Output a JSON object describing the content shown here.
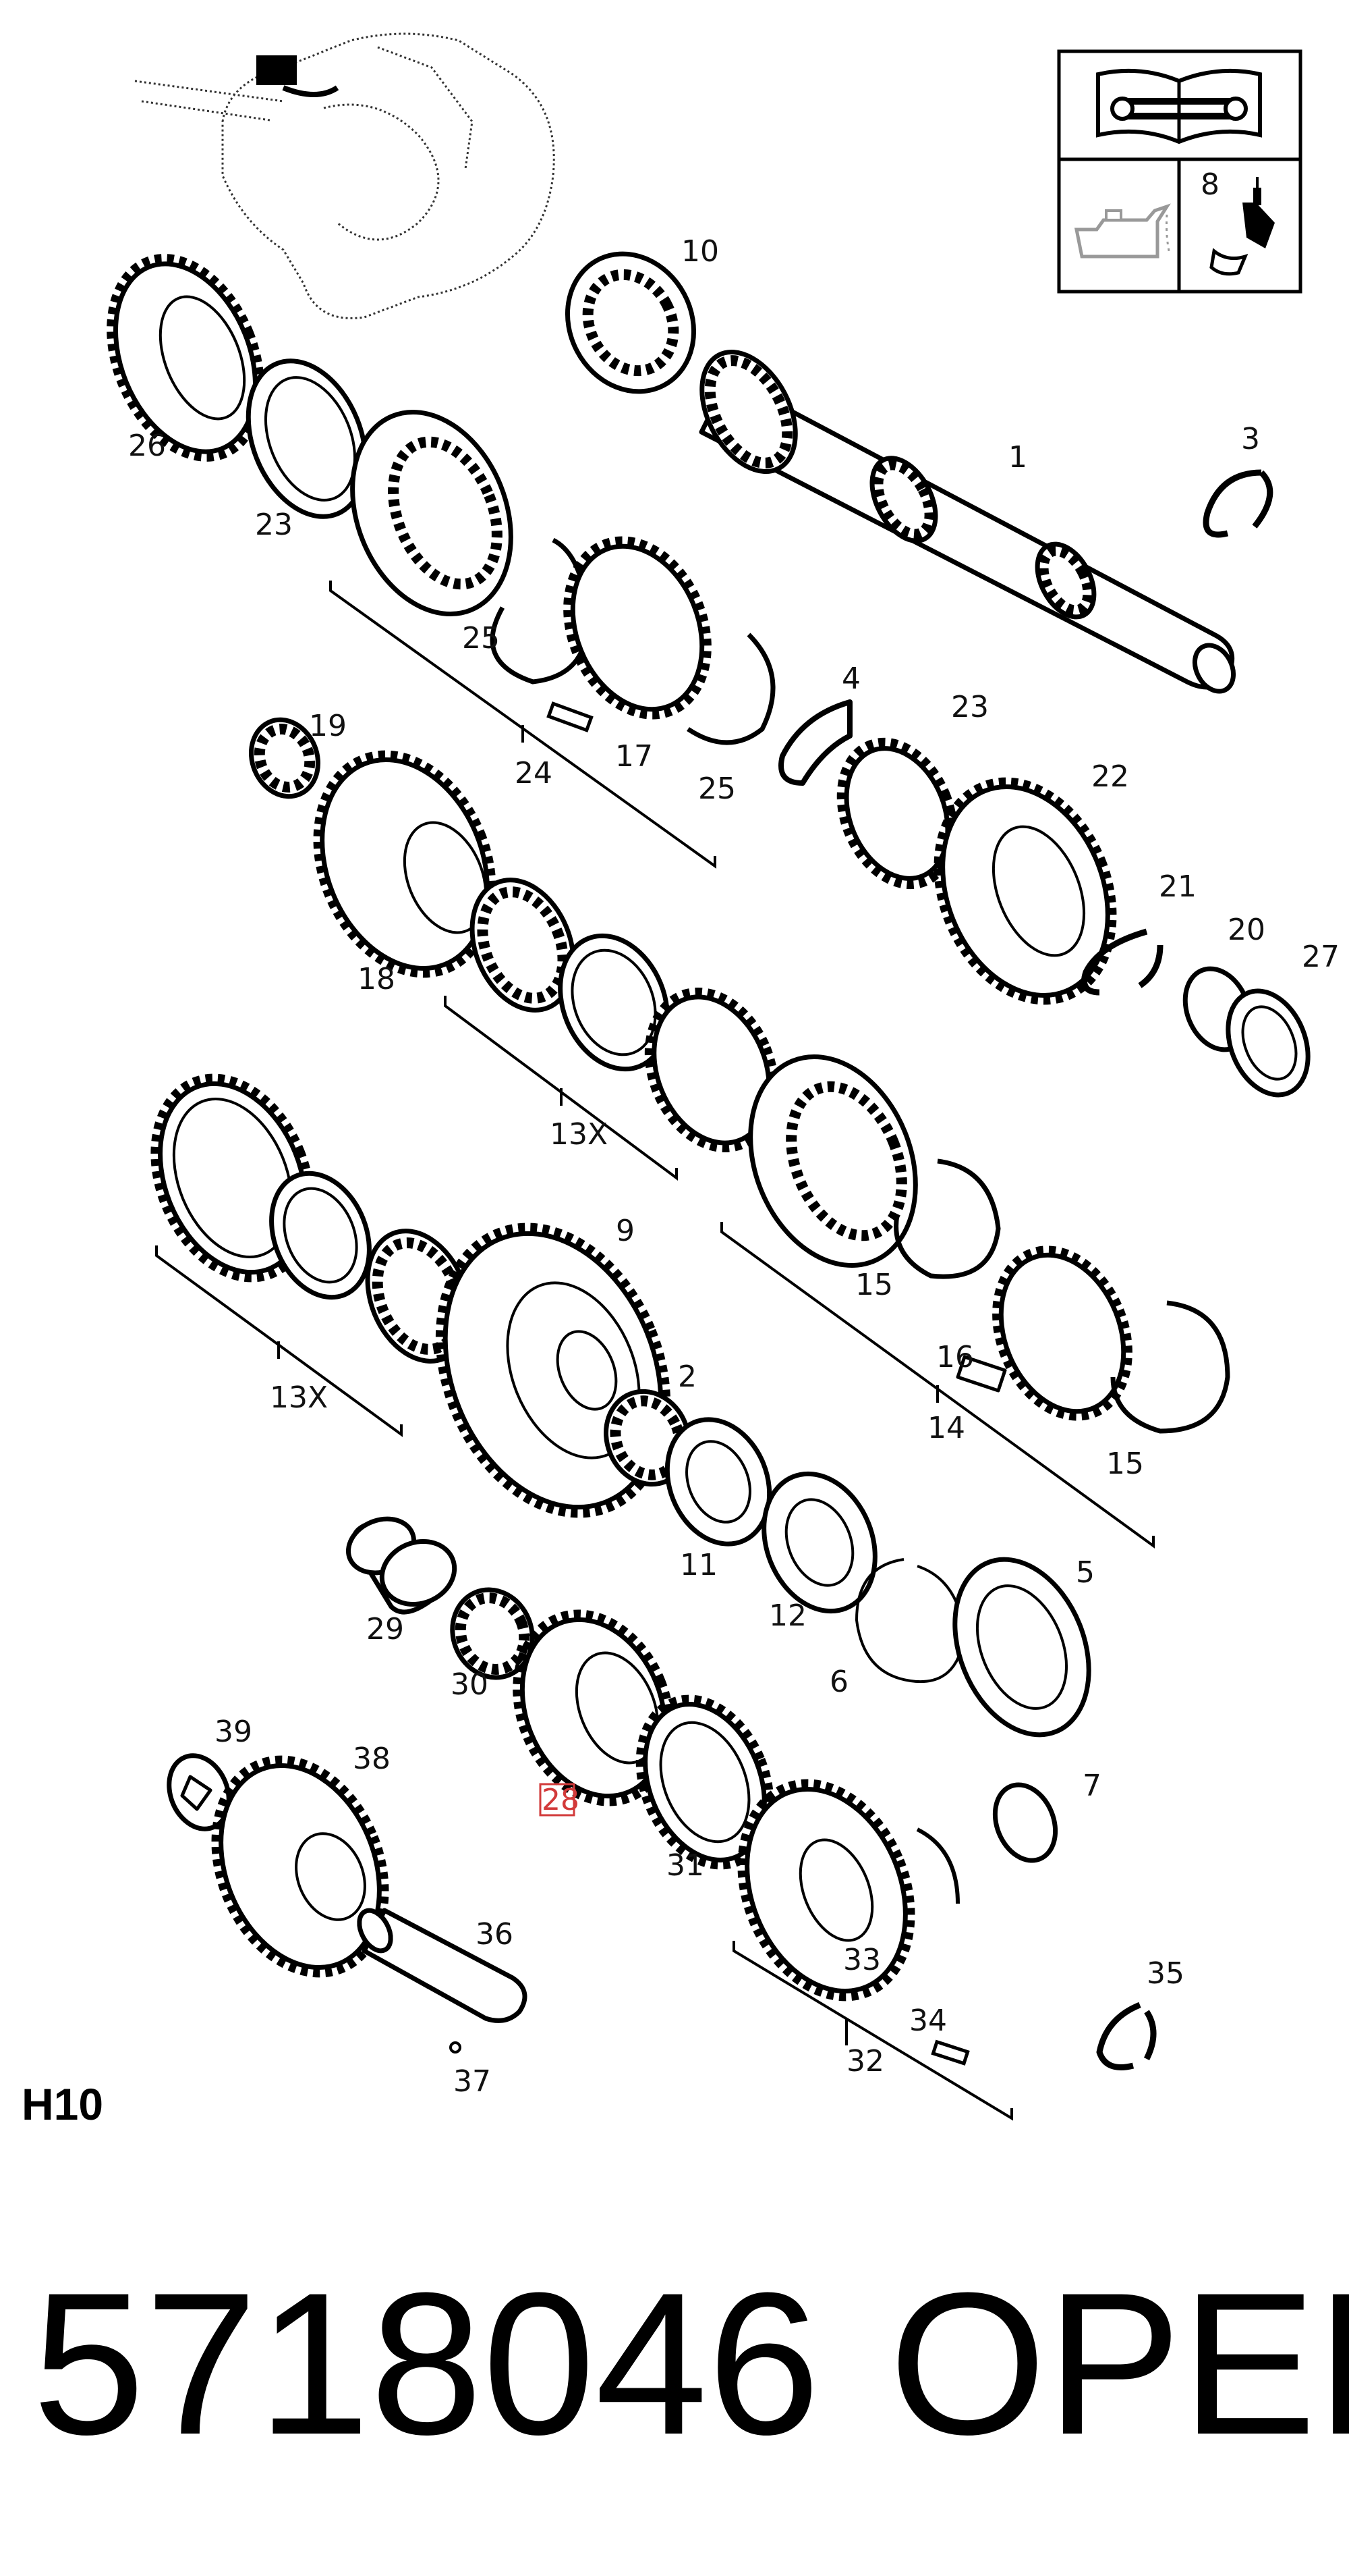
{
  "callouts": [
    "1",
    "2",
    "3",
    "4",
    "5",
    "6",
    "7",
    "8",
    "9",
    "10",
    "11",
    "12",
    "13X",
    "14",
    "15",
    "16",
    "17",
    "18",
    "19",
    "20",
    "21",
    "22",
    "23",
    "24",
    "25",
    "26",
    "27",
    "28",
    "29",
    "30",
    "31",
    "32",
    "33",
    "34",
    "35",
    "36",
    "37",
    "38",
    "39"
  ],
  "highlighted_callout": "28",
  "section_code": "H10",
  "part_number": "5718046",
  "brand": "OPEL",
  "icons": [
    "repair-manual-icon",
    "oil-can-icon",
    "sealant-tube-icon"
  ],
  "colors": {
    "highlight": "#d23a3a",
    "ink": "#000000"
  }
}
